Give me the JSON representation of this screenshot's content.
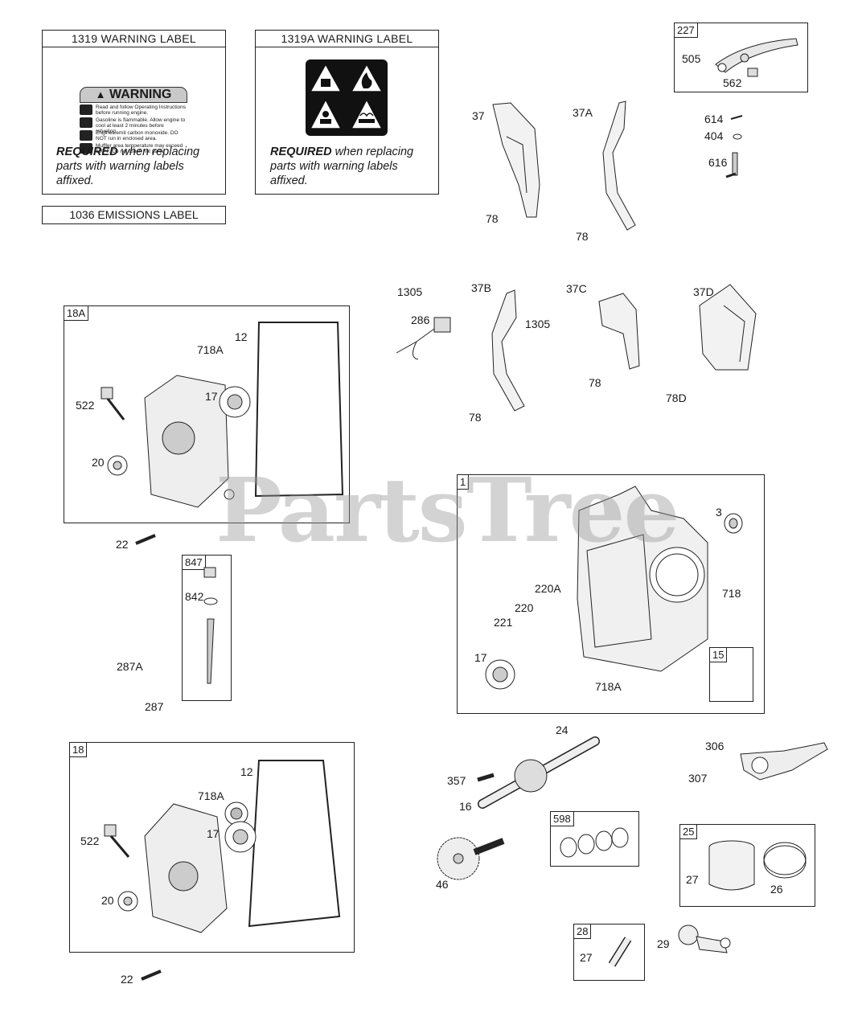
{
  "watermark": "PartsTree",
  "warning_labels": [
    {
      "title": "1319 WARNING LABEL",
      "header": "WARNING",
      "rows": [
        "Read and follow Operating Instructions before running engine.",
        "Gasoline is flammable. Allow engine to cool at least 2 minutes before refueling.",
        "Engines emit carbon monoxide. DO NOT run in enclosed area.",
        "Muffler area temperature may exceed 150°F. Do not touch hot parts."
      ],
      "required_bold": "REQUIRED",
      "required_rest": " when replacing parts with warning labels affixed."
    },
    {
      "title": "1319A WARNING LABEL",
      "required_bold": "REQUIRED",
      "required_rest": " when replacing parts with warning labels affixed."
    }
  ],
  "emissions_label": "1036 EMISSIONS LABEL",
  "group_tags": {
    "g227": "227",
    "g18A": "18A",
    "g847": "847",
    "g18": "18",
    "g1": "1",
    "g15": "15",
    "g598": "598",
    "g25": "25",
    "g28": "28"
  },
  "callouts": [
    {
      "id": "c505",
      "text": "505"
    },
    {
      "id": "c562",
      "text": "562"
    },
    {
      "id": "c37",
      "text": "37"
    },
    {
      "id": "c37A",
      "text": "37A"
    },
    {
      "id": "c614",
      "text": "614"
    },
    {
      "id": "c404",
      "text": "404"
    },
    {
      "id": "c616",
      "text": "616"
    },
    {
      "id": "c78a",
      "text": "78"
    },
    {
      "id": "c78b",
      "text": "78"
    },
    {
      "id": "c1305a",
      "text": "1305"
    },
    {
      "id": "c37B",
      "text": "37B"
    },
    {
      "id": "c37C",
      "text": "37C"
    },
    {
      "id": "c37D",
      "text": "37D"
    },
    {
      "id": "c286",
      "text": "286"
    },
    {
      "id": "c1305b",
      "text": "1305"
    },
    {
      "id": "c78c",
      "text": "78"
    },
    {
      "id": "c78d",
      "text": "78"
    },
    {
      "id": "c78D",
      "text": "78D"
    },
    {
      "id": "c12a",
      "text": "12"
    },
    {
      "id": "c718Aa",
      "text": "718A"
    },
    {
      "id": "c522a",
      "text": "522"
    },
    {
      "id": "c17a",
      "text": "17"
    },
    {
      "id": "c20a",
      "text": "20"
    },
    {
      "id": "c22a",
      "text": "22"
    },
    {
      "id": "c842",
      "text": "842"
    },
    {
      "id": "c287A",
      "text": "287A"
    },
    {
      "id": "c287",
      "text": "287"
    },
    {
      "id": "c3",
      "text": "3"
    },
    {
      "id": "c220A",
      "text": "220A"
    },
    {
      "id": "c220",
      "text": "220"
    },
    {
      "id": "c221",
      "text": "221"
    },
    {
      "id": "c718",
      "text": "718"
    },
    {
      "id": "c17b",
      "text": "17"
    },
    {
      "id": "c718Ab",
      "text": "718A"
    },
    {
      "id": "c24",
      "text": "24"
    },
    {
      "id": "c306",
      "text": "306"
    },
    {
      "id": "c307",
      "text": "307"
    },
    {
      "id": "c357",
      "text": "357"
    },
    {
      "id": "c16",
      "text": "16"
    },
    {
      "id": "c46",
      "text": "46"
    },
    {
      "id": "c27a",
      "text": "27"
    },
    {
      "id": "c26",
      "text": "26"
    },
    {
      "id": "c12b",
      "text": "12"
    },
    {
      "id": "c718Ac",
      "text": "718A"
    },
    {
      "id": "c522b",
      "text": "522"
    },
    {
      "id": "c17c",
      "text": "17"
    },
    {
      "id": "c20b",
      "text": "20"
    },
    {
      "id": "c22b",
      "text": "22"
    },
    {
      "id": "c27b",
      "text": "27"
    },
    {
      "id": "c29",
      "text": "29"
    }
  ]
}
